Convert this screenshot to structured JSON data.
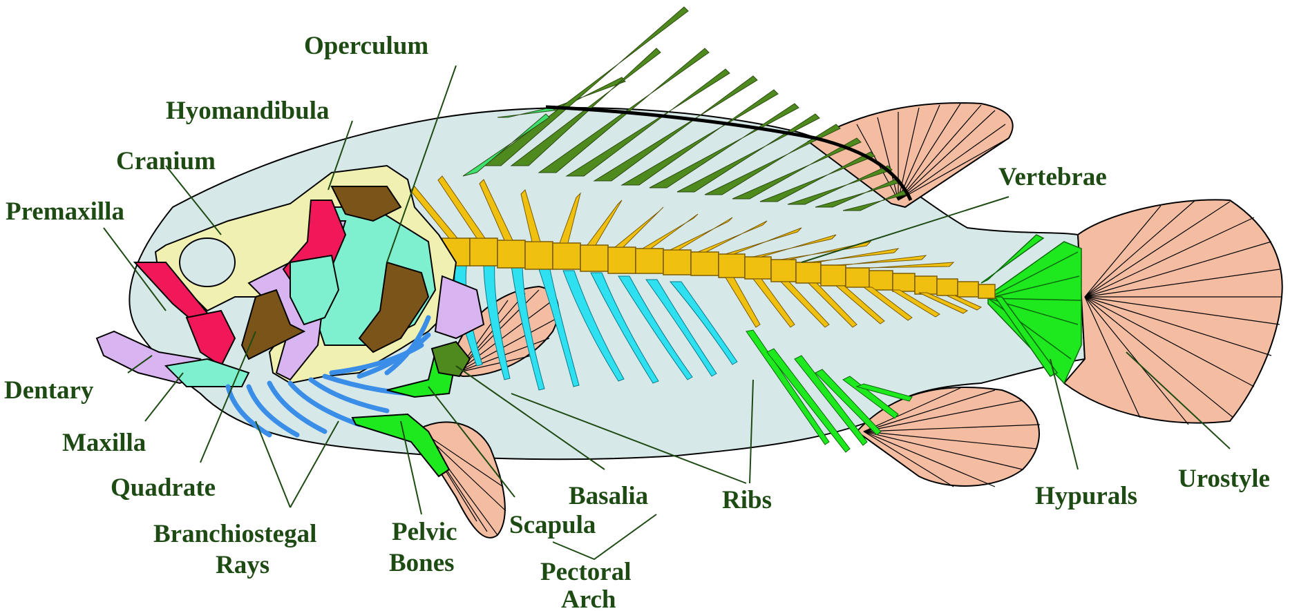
{
  "labels": {
    "operculum": "Operculum",
    "hyomandibula": "Hyomandibula",
    "cranium": "Cranium",
    "premaxilla": "Premaxilla",
    "vertebrae": "Vertebrae",
    "dentary": "Dentary",
    "maxilla": "Maxilla",
    "quadrate": "Quadrate",
    "branchiostegal_1": "Branchiostegal",
    "branchiostegal_2": "Rays",
    "pelvic_1": "Pelvic",
    "pelvic_2": "Bones",
    "scapula": "Scapula",
    "basalia": "Basalia",
    "pectoral_1": "Pectoral",
    "pectoral_2": "Arch",
    "ribs": "Ribs",
    "hypurals": "Hypurals",
    "urostyle": "Urostyle"
  },
  "colors": {
    "label_text": "#1e4a14",
    "body": "#d7e8e8",
    "vertebrae": "#f0c010",
    "spines": "#4e8a1e",
    "fin_rays": "#f4bca0",
    "ribs": "#2ee0f0",
    "branchiostegal": "#3a8ee8",
    "bright_green": "#1ee81e",
    "premaxilla": "#f01858",
    "cranium": "#f0f0b0",
    "operculum": "#7ef0d0",
    "hyomandibula": "#7a5418",
    "dentary": "#d8b4f0"
  }
}
